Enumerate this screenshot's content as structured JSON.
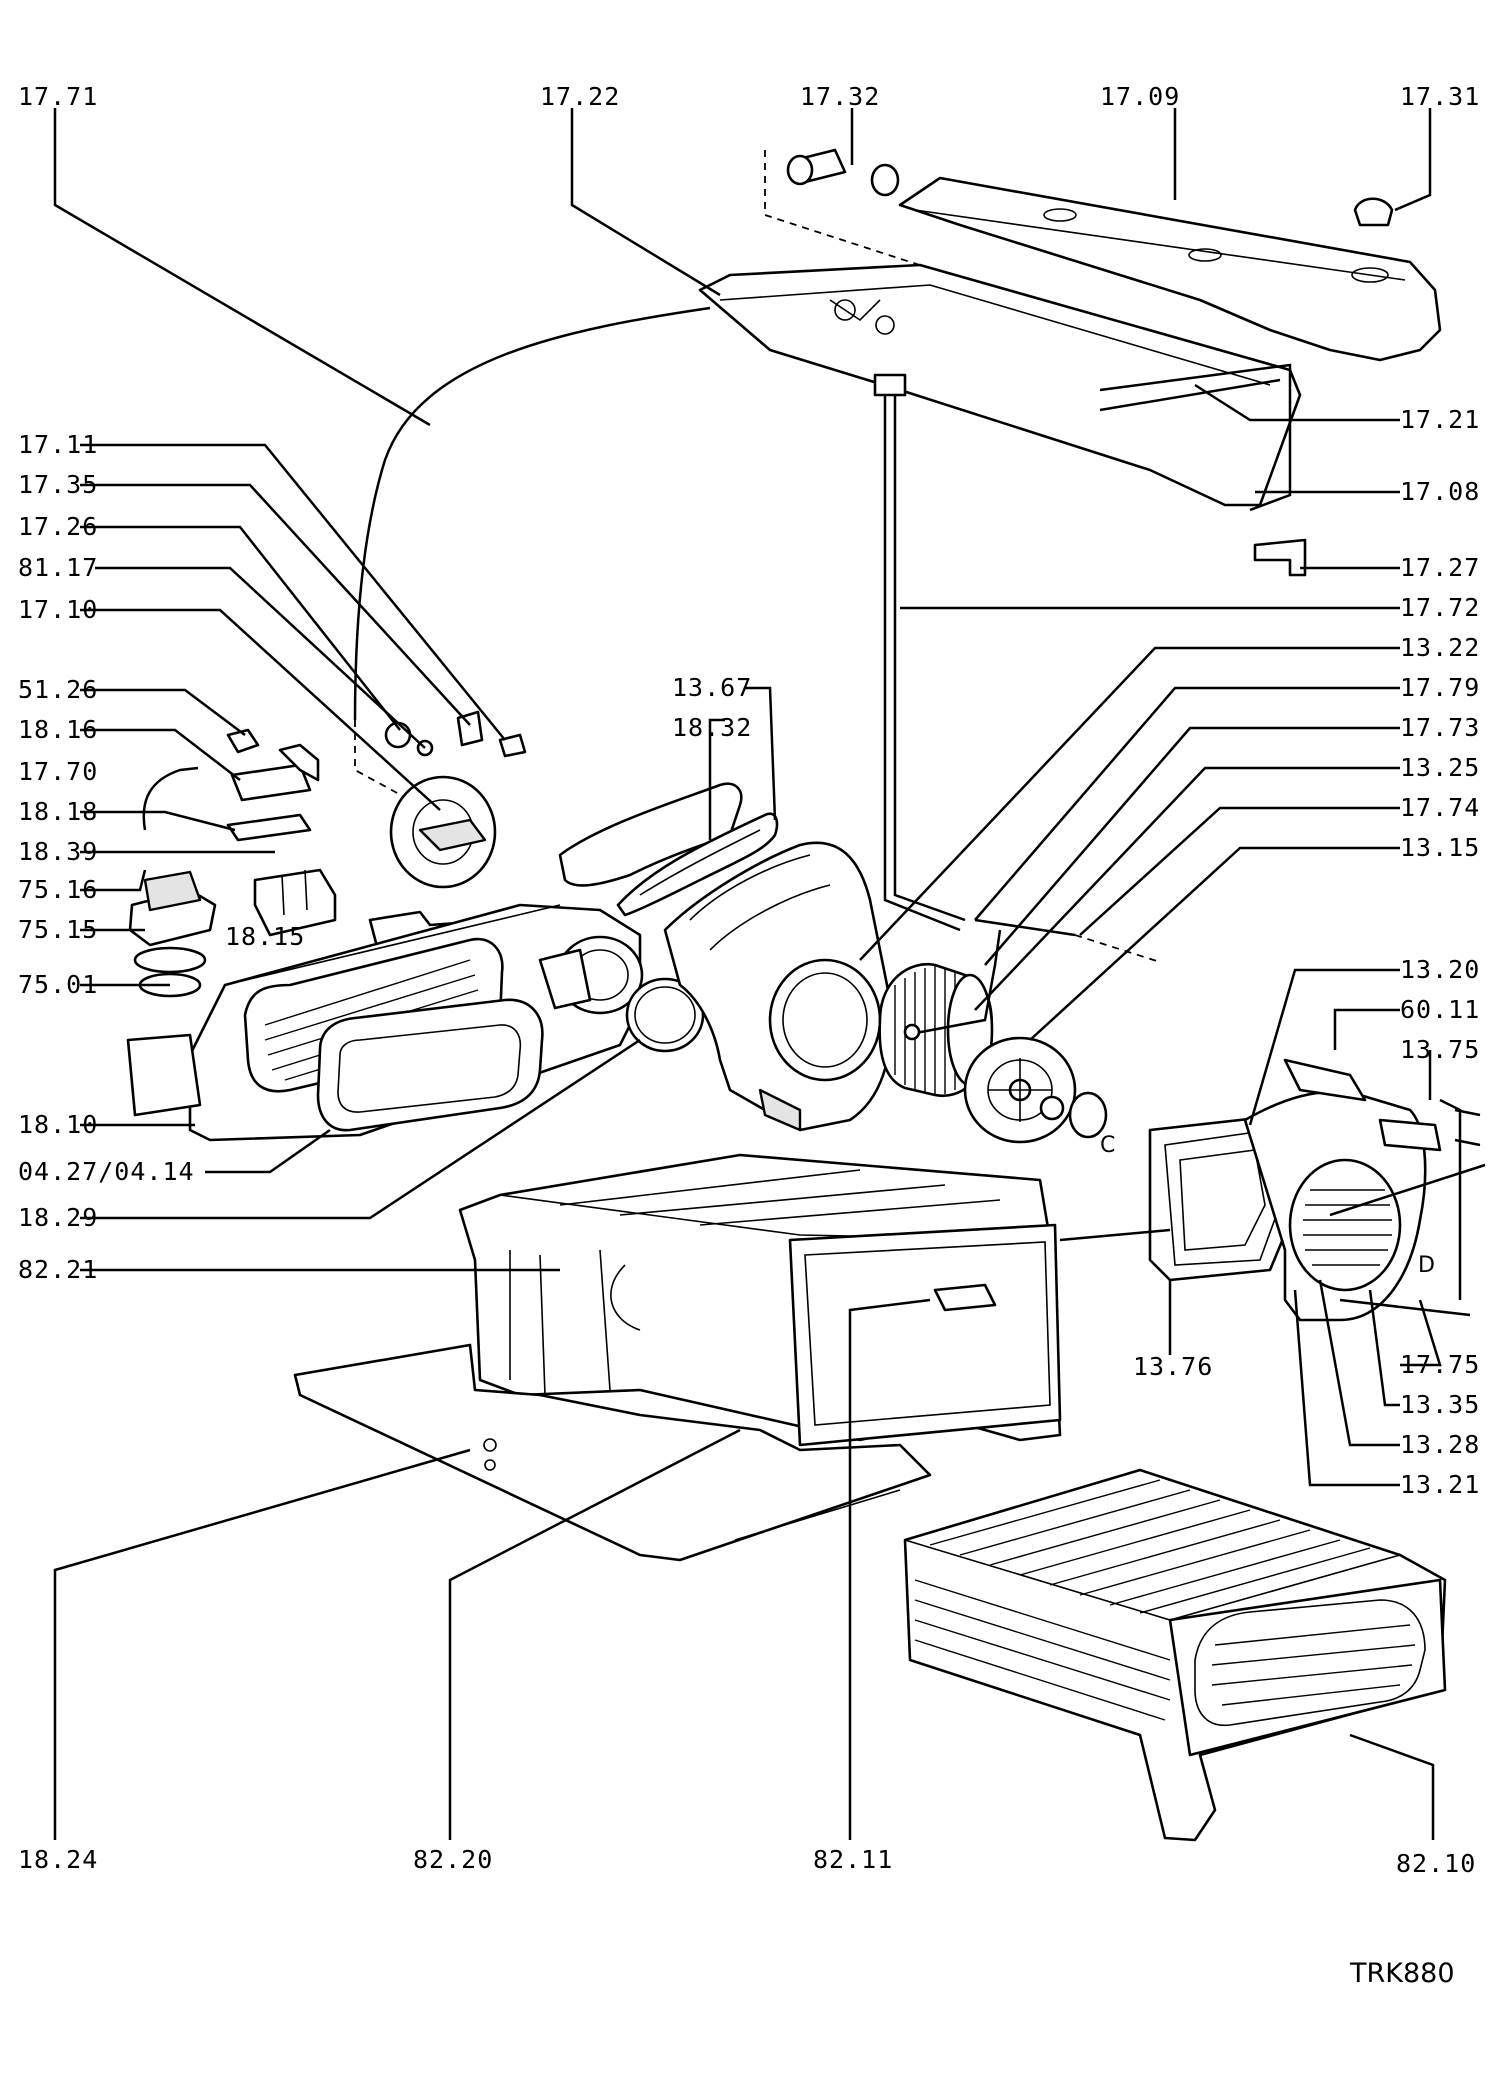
{
  "drawing": {
    "reference": "TRK880",
    "letters": [
      "C",
      "D"
    ],
    "callouts": [
      "17.71",
      "17.22",
      "17.32",
      "17.09",
      "17.31",
      "17.11",
      "17.35",
      "17.26",
      "81.17",
      "17.10",
      "51.26",
      "18.16",
      "17.70",
      "18.18",
      "18.39",
      "75.16",
      "75.15",
      "18.15",
      "75.01",
      "18.10",
      "04.27/04.14",
      "18.29",
      "82.21",
      "18.24",
      "82.20",
      "82.11",
      "82.10",
      "17.21",
      "17.08",
      "17.27",
      "17.72",
      "13.22",
      "17.79",
      "17.73",
      "13.25",
      "17.74",
      "13.15",
      "13.67",
      "18.32",
      "13.20",
      "60.11",
      "13.75",
      "13.76",
      "17.75",
      "13.35",
      "13.28",
      "13.21"
    ]
  }
}
